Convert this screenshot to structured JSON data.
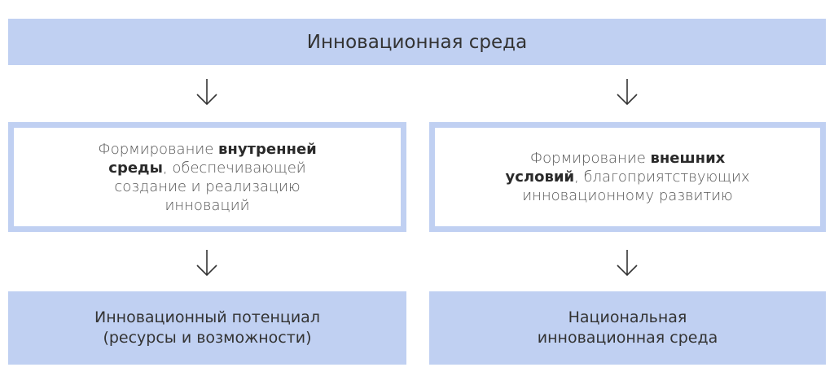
{
  "top": {
    "title": "Инновационная среда"
  },
  "left": {
    "mid": {
      "line1_pre": "Формирование ",
      "line1_bold": "внутренней",
      "line2_bold": "среды",
      "line2_post": ", обеспечивающей",
      "line3": "создание и реализацию",
      "line4": "инноваций"
    },
    "bottom": {
      "line1": "Инновационный потенциал",
      "line2": "(ресурсы и возможности)"
    }
  },
  "right": {
    "mid": {
      "line1_pre": "Формирование ",
      "line1_bold": "внешних",
      "line2_bold": "условий",
      "line2_post": ", благоприятствующих",
      "line3": "инновационному развитию"
    },
    "bottom": {
      "line1": "Национальная",
      "line2": "инновационная среда"
    }
  },
  "arrows": [
    {
      "icon": "arrow-down-icon"
    },
    {
      "icon": "arrow-down-icon"
    },
    {
      "icon": "arrow-down-icon"
    },
    {
      "icon": "arrow-down-icon"
    }
  ],
  "colors": {
    "box_fill": "#c0d0f2",
    "text": "#333333"
  }
}
